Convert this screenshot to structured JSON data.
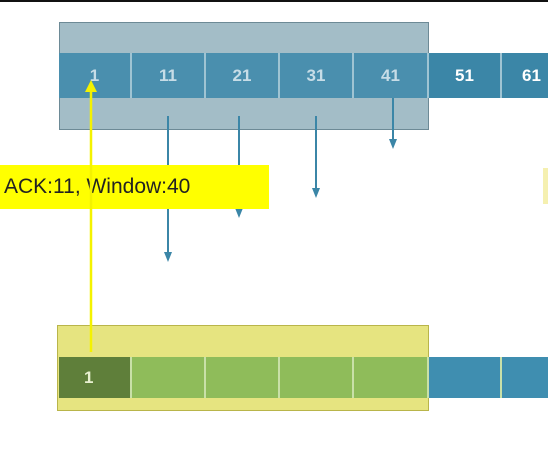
{
  "sender": {
    "segments": [
      "1",
      "11",
      "21",
      "31",
      "41",
      "51",
      "61"
    ]
  },
  "receiver": {
    "segments": [
      "1",
      "",
      "",
      "",
      "",
      "",
      ""
    ]
  },
  "ack_label": "ACK:11, Window:40",
  "colors": {
    "sender_window": "#a3bdc7",
    "receiver_window": "#e6e480",
    "segment_blue": "#3b86a7",
    "received_green": "#8fbc5a",
    "acked_dark_green": "#5f7f3a",
    "ack_highlight": "#ffff00"
  }
}
